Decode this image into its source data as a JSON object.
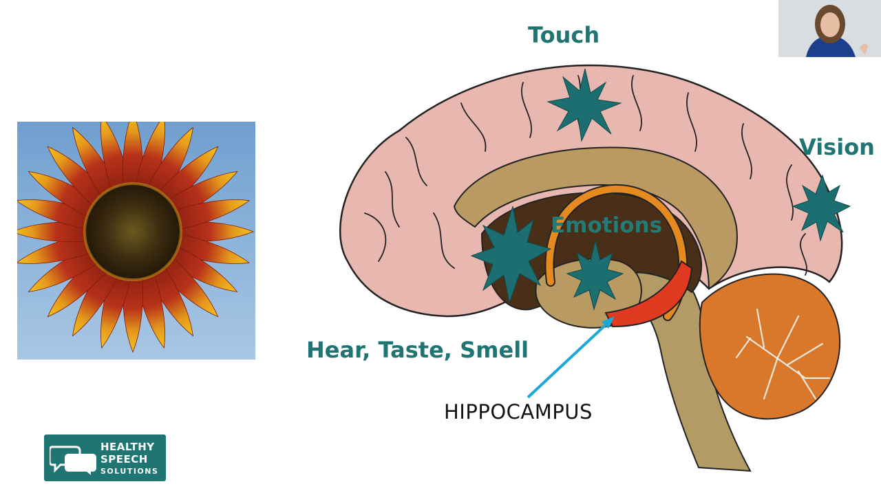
{
  "labels": {
    "touch": "Touch",
    "vision": "Vision",
    "emotions": "Emotions",
    "hear_taste_smell": "Hear, Taste, Smell",
    "hippocampus": "HIPPOCAMPUS"
  },
  "logo": {
    "line1": "HEALTHY",
    "line2": "SPEECH",
    "line3": "SOLUTIONS"
  },
  "colors": {
    "teal": "#1f7572",
    "brain_pink": "#e8b8b0",
    "inner_tan": "#b89a62",
    "hippocampus_red": "#e03a20",
    "cerebellum_orange": "#d9782a"
  }
}
